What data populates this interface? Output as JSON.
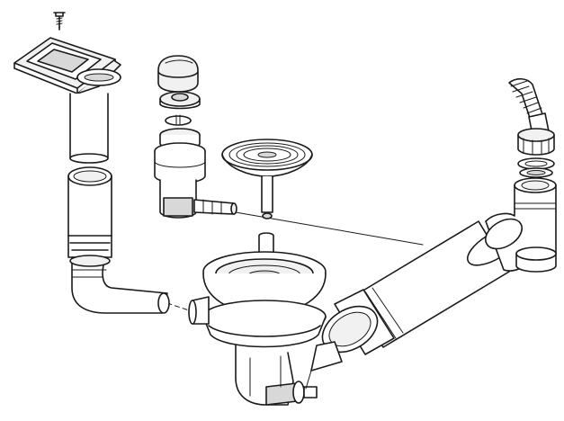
{
  "diagram": {
    "type": "exploded-assembly-line-drawing",
    "labels": [],
    "colors": {
      "ink": "#1a1a1a",
      "background": "#ffffff",
      "shade": "#d8d8d8"
    },
    "parts": [
      {
        "id": "screw",
        "icon": "screw-icon"
      },
      {
        "id": "overflow-cover",
        "icon": "overflow-frame-icon"
      },
      {
        "id": "overflow-tube-upper",
        "icon": "tube-icon"
      },
      {
        "id": "overflow-tube-lower",
        "icon": "tube-icon"
      },
      {
        "id": "overflow-elbow",
        "icon": "elbow-pipe-icon"
      },
      {
        "id": "control-knob",
        "icon": "knob-icon"
      },
      {
        "id": "control-washer",
        "icon": "washer-icon"
      },
      {
        "id": "control-housing",
        "icon": "valve-housing-icon"
      },
      {
        "id": "strainer-basket",
        "icon": "strainer-icon"
      },
      {
        "id": "strainer-stem",
        "icon": "stem-icon"
      },
      {
        "id": "waste-valve-body",
        "icon": "waste-body-icon"
      },
      {
        "id": "connecting-pipe",
        "icon": "pipe-icon"
      },
      {
        "id": "tee-fitting",
        "icon": "tee-fitting-icon"
      },
      {
        "id": "corrugated-hose",
        "icon": "hose-icon"
      }
    ]
  }
}
